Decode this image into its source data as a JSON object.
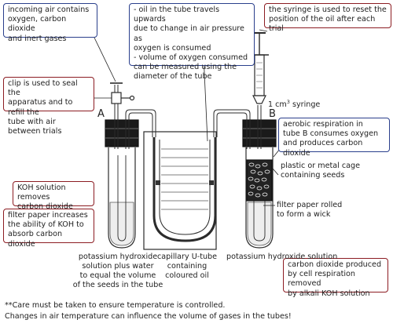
{
  "callouts": {
    "incoming_air": "incoming air contains\noxygen, carbon dioxide\nand inert gases",
    "oil_travels": "- oil in the tube travels upwards\ndue to change in air pressure as\noxygen is consumed\n- volume of oxygen consumed\ncan be measured using the\ndiameter of the tube",
    "syringe_reset": "the syringe is used to reset the\nposition of the oil after each trial",
    "clip": "clip is used to seal the\napparatus and to refill the\ntube with air between trials",
    "aerobic": "aerobic respiration in\ntube B consumes oxygen\nand produces carbon dioxide",
    "koh_removes": "KOH solution removes\ncarbon dioxide from air",
    "filter_increases": "filter paper increases\nthe ability of KOH to\nabsorb carbon dioxide",
    "co2_removed": "carbon dioxide produced\nby cell respiration removed\nby alkali KOH solution"
  },
  "labels": {
    "tube_a": "A",
    "tube_b": "B",
    "syringe_volume": "1 cm",
    "syringe_unit_sup": "3",
    "syringe_word": " syringe",
    "cage": "plastic or metal cage\ncontaining seeds",
    "filter_roll": "filter paper rolled\nto form a wick",
    "koh_water": "potassium hydroxide\nsolution plus water\nto equal the volume\nof the seeds in the tube",
    "u_tube": "capillary U-tube\ncontaining\ncoloured oil",
    "koh_solution": "potassium hydroxide solution"
  },
  "footnote": {
    "line1": "**Care must be taken to ensure temperature is controlled.",
    "line2": "Changes in air temperature can influence the volume of gases in the tubes!"
  },
  "colors": {
    "callout_blue": "#2a3f8c",
    "callout_red": "#8c1c22",
    "apparatus": "#2b2b2b",
    "stopper": "#1a1a1a"
  }
}
